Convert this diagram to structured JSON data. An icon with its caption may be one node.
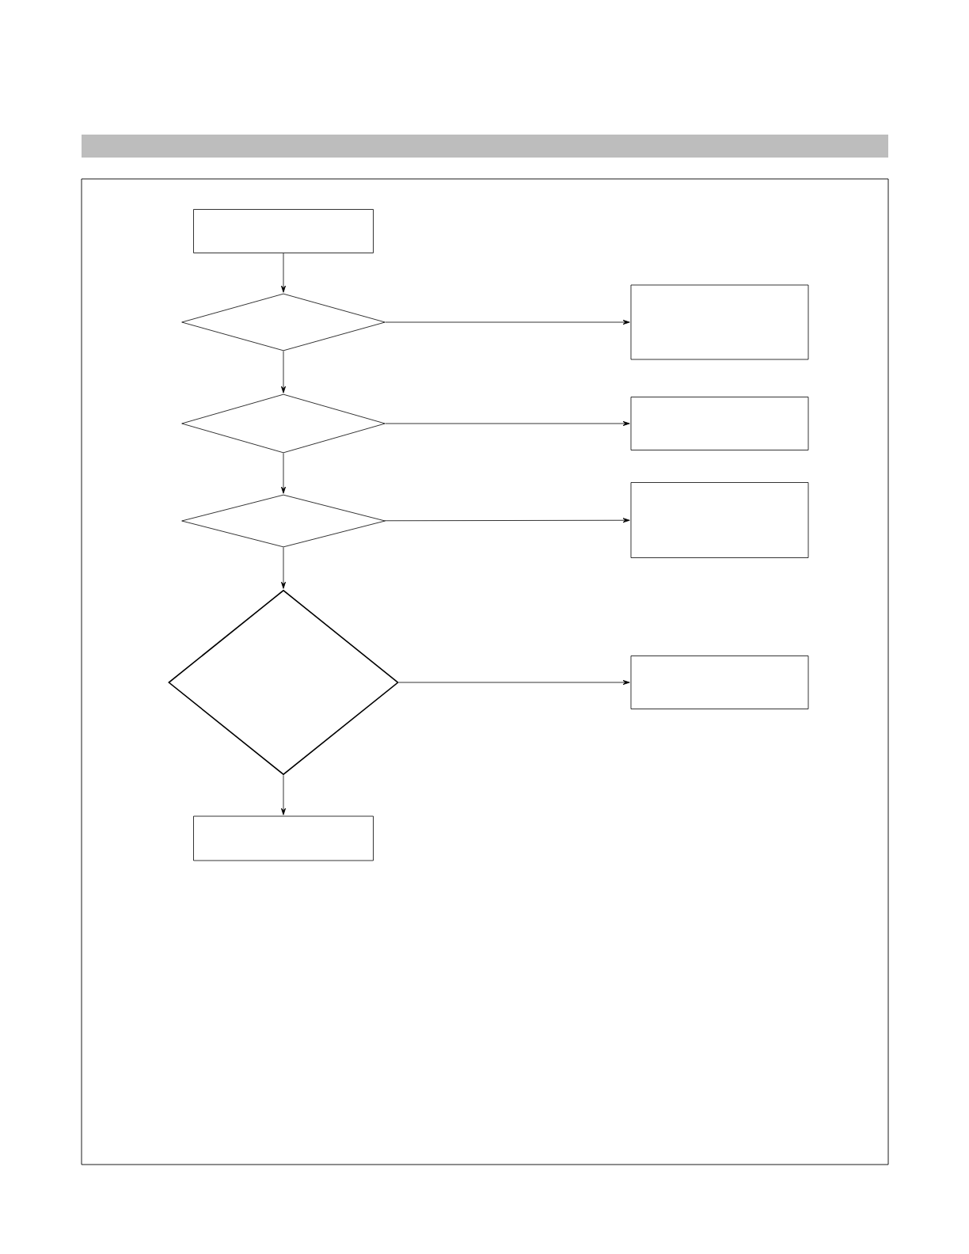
{
  "diagram": {
    "nodes": [
      {
        "text": [],
        "shape": "box"
      },
      {
        "text": [],
        "shape": "diamond"
      },
      {
        "text": [],
        "shape": "box"
      },
      {
        "text": [],
        "shape": "diamond"
      },
      {
        "text": [],
        "shape": "box"
      },
      {
        "text": [],
        "shape": "diamond"
      },
      {
        "text": [],
        "shape": "box"
      },
      {
        "text": [],
        "shape": "diamond"
      },
      {
        "text": [],
        "shape": "box"
      },
      {
        "text": [],
        "shape": "box"
      }
    ],
    "edges": [
      {
        "from": 0,
        "to": 1,
        "arrow": "to"
      },
      {
        "from": 1,
        "to": 2,
        "arrow": "to"
      },
      {
        "from": 1,
        "to": 3,
        "arrow": "to"
      },
      {
        "from": 3,
        "to": 4,
        "arrow": "to"
      },
      {
        "from": 3,
        "to": 5,
        "arrow": "to"
      },
      {
        "from": 5,
        "to": 6,
        "arrow": "to"
      },
      {
        "from": 5,
        "to": 7,
        "arrow": "to"
      },
      {
        "from": 7,
        "to": 8,
        "arrow": "to"
      },
      {
        "from": 7,
        "to": 9,
        "arrow": "to"
      }
    ]
  }
}
